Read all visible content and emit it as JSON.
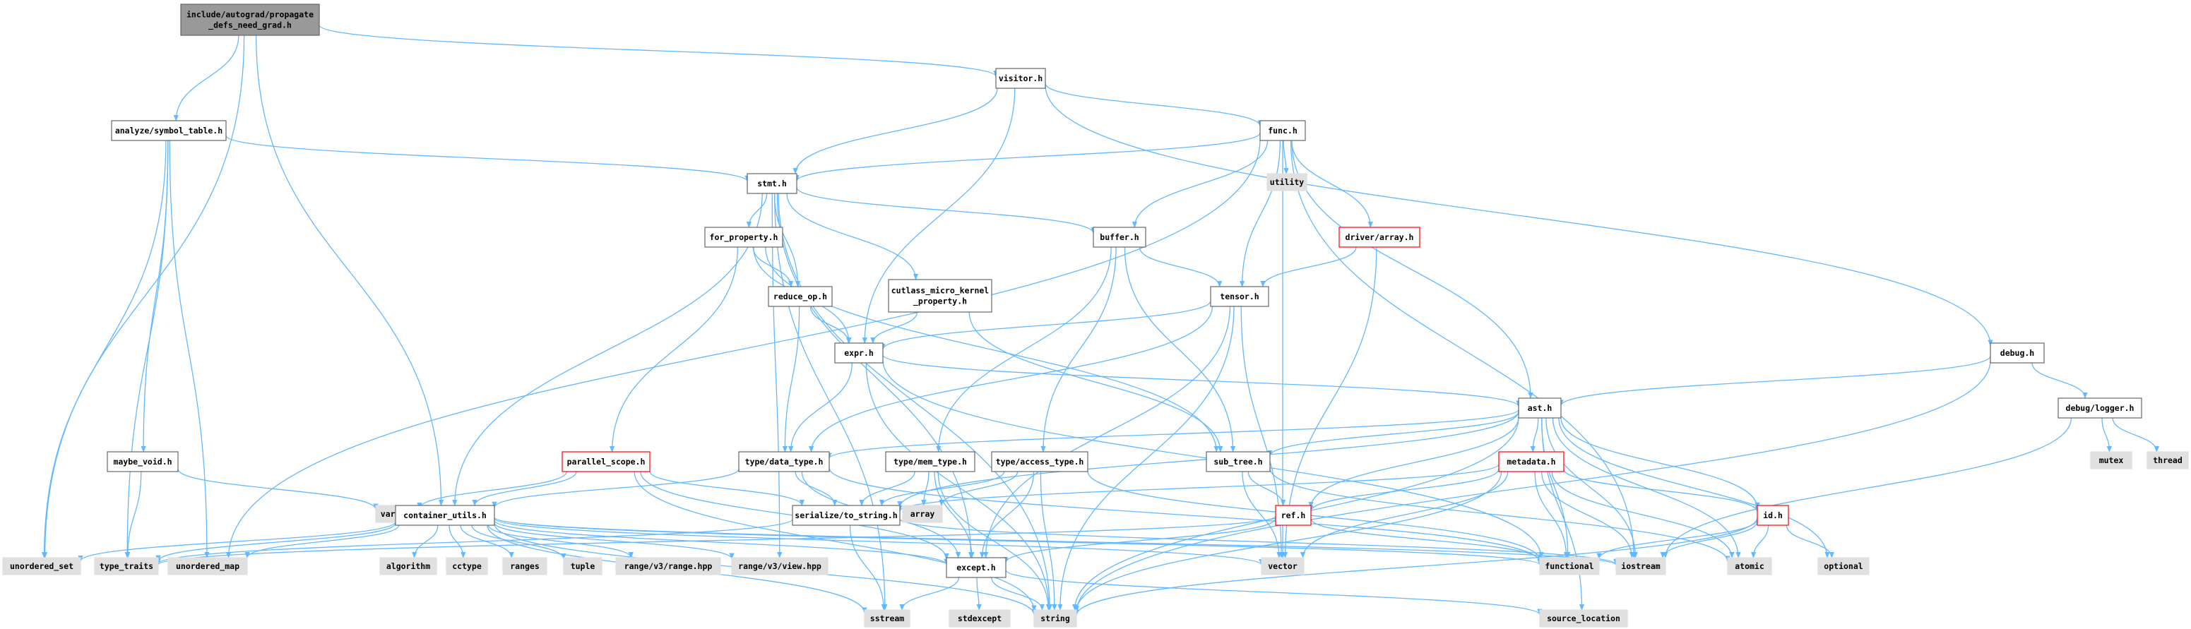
{
  "colors": {
    "edge": "#63b8ff",
    "root_fill": "#999999",
    "root_border": "#666666",
    "file_fill": "#ffffff",
    "file_border": "#666666",
    "std_fill": "#e0e0e0",
    "std_border": "#e0e0e0",
    "highlight_border": "#ff0000"
  },
  "nodes": [
    {
      "id": "root",
      "kind": "root",
      "lines": [
        "include/autograd/propagate",
        "_defs_need_grad.h"
      ]
    },
    {
      "id": "visitor",
      "kind": "file",
      "lines": [
        "visitor.h"
      ]
    },
    {
      "id": "analyze",
      "kind": "file",
      "lines": [
        "analyze/symbol_table.h"
      ]
    },
    {
      "id": "func",
      "kind": "file",
      "lines": [
        "func.h"
      ]
    },
    {
      "id": "utility",
      "kind": "std",
      "lines": [
        "utility"
      ]
    },
    {
      "id": "stmt",
      "kind": "file",
      "lines": [
        "stmt.h"
      ]
    },
    {
      "id": "for_property",
      "kind": "file",
      "lines": [
        "for_property.h"
      ]
    },
    {
      "id": "buffer",
      "kind": "file",
      "lines": [
        "buffer.h"
      ]
    },
    {
      "id": "driver_array",
      "kind": "highlight",
      "lines": [
        "driver/array.h"
      ]
    },
    {
      "id": "reduce_op",
      "kind": "file",
      "lines": [
        "reduce_op.h"
      ]
    },
    {
      "id": "cutlass",
      "kind": "file",
      "lines": [
        "cutlass_micro_kernel",
        "_property.h"
      ]
    },
    {
      "id": "tensor",
      "kind": "file",
      "lines": [
        "tensor.h"
      ]
    },
    {
      "id": "expr",
      "kind": "file",
      "lines": [
        "expr.h"
      ]
    },
    {
      "id": "debug",
      "kind": "file",
      "lines": [
        "debug.h"
      ]
    },
    {
      "id": "ast",
      "kind": "file",
      "lines": [
        "ast.h"
      ]
    },
    {
      "id": "debug_logger",
      "kind": "file",
      "lines": [
        "debug/logger.h"
      ]
    },
    {
      "id": "mutex",
      "kind": "std",
      "lines": [
        "mutex"
      ]
    },
    {
      "id": "thread",
      "kind": "std",
      "lines": [
        "thread"
      ]
    },
    {
      "id": "maybe_void",
      "kind": "file",
      "lines": [
        "maybe_void.h"
      ]
    },
    {
      "id": "parallel_scope",
      "kind": "highlight",
      "lines": [
        "parallel_scope.h"
      ]
    },
    {
      "id": "data_type",
      "kind": "file",
      "lines": [
        "type/data_type.h"
      ]
    },
    {
      "id": "mem_type",
      "kind": "file",
      "lines": [
        "type/mem_type.h"
      ]
    },
    {
      "id": "access_type",
      "kind": "file",
      "lines": [
        "type/access_type.h"
      ]
    },
    {
      "id": "sub_tree",
      "kind": "file",
      "lines": [
        "sub_tree.h"
      ]
    },
    {
      "id": "metadata",
      "kind": "highlight",
      "lines": [
        "metadata.h"
      ]
    },
    {
      "id": "variant",
      "kind": "std",
      "lines": [
        "variant"
      ]
    },
    {
      "id": "container_utils",
      "kind": "file",
      "lines": [
        "container_utils.h"
      ]
    },
    {
      "id": "serialize",
      "kind": "file",
      "lines": [
        "serialize/to_string.h"
      ]
    },
    {
      "id": "array",
      "kind": "std",
      "lines": [
        "array"
      ]
    },
    {
      "id": "ref",
      "kind": "highlight",
      "lines": [
        "ref.h"
      ]
    },
    {
      "id": "id",
      "kind": "highlight",
      "lines": [
        "id.h"
      ]
    },
    {
      "id": "unordered_set",
      "kind": "std",
      "lines": [
        "unordered_set"
      ]
    },
    {
      "id": "type_traits",
      "kind": "std",
      "lines": [
        "type_traits"
      ]
    },
    {
      "id": "unordered_map",
      "kind": "std",
      "lines": [
        "unordered_map"
      ]
    },
    {
      "id": "algorithm",
      "kind": "std",
      "lines": [
        "algorithm"
      ]
    },
    {
      "id": "cctype",
      "kind": "std",
      "lines": [
        "cctype"
      ]
    },
    {
      "id": "ranges",
      "kind": "std",
      "lines": [
        "ranges"
      ]
    },
    {
      "id": "tuple",
      "kind": "std",
      "lines": [
        "tuple"
      ]
    },
    {
      "id": "range_v3_range",
      "kind": "std",
      "lines": [
        "range/v3/range.hpp"
      ]
    },
    {
      "id": "range_v3_view",
      "kind": "std",
      "lines": [
        "range/v3/view.hpp"
      ]
    },
    {
      "id": "except",
      "kind": "file",
      "lines": [
        "except.h"
      ]
    },
    {
      "id": "vector",
      "kind": "std",
      "lines": [
        "vector"
      ]
    },
    {
      "id": "functional",
      "kind": "std",
      "lines": [
        "functional"
      ]
    },
    {
      "id": "iostream",
      "kind": "std",
      "lines": [
        "iostream"
      ]
    },
    {
      "id": "atomic",
      "kind": "std",
      "lines": [
        "atomic"
      ]
    },
    {
      "id": "optional",
      "kind": "std",
      "lines": [
        "optional"
      ]
    },
    {
      "id": "sstream",
      "kind": "std",
      "lines": [
        "sstream"
      ]
    },
    {
      "id": "stdexcept",
      "kind": "std",
      "lines": [
        "stdexcept"
      ]
    },
    {
      "id": "string",
      "kind": "std",
      "lines": [
        "string"
      ]
    },
    {
      "id": "source_location",
      "kind": "std",
      "lines": [
        "source_location"
      ]
    }
  ],
  "edges": [
    [
      "root",
      "visitor"
    ],
    [
      "root",
      "analyze"
    ],
    [
      "root",
      "unordered_set"
    ],
    [
      "root",
      "container_utils"
    ],
    [
      "visitor",
      "func"
    ],
    [
      "visitor",
      "stmt"
    ],
    [
      "visitor",
      "expr"
    ],
    [
      "visitor",
      "debug"
    ],
    [
      "analyze",
      "stmt"
    ],
    [
      "analyze",
      "maybe_void"
    ],
    [
      "analyze",
      "unordered_set"
    ],
    [
      "analyze",
      "type_traits"
    ],
    [
      "analyze",
      "unordered_map"
    ],
    [
      "func",
      "stmt"
    ],
    [
      "func",
      "utility"
    ],
    [
      "func",
      "buffer"
    ],
    [
      "func",
      "driver_array"
    ],
    [
      "func",
      "tensor"
    ],
    [
      "func",
      "ast"
    ],
    [
      "func",
      "vector"
    ],
    [
      "func",
      "iostream"
    ],
    [
      "func",
      "unordered_map"
    ],
    [
      "stmt",
      "for_property"
    ],
    [
      "stmt",
      "reduce_op"
    ],
    [
      "stmt",
      "cutlass"
    ],
    [
      "stmt",
      "buffer"
    ],
    [
      "stmt",
      "container_utils"
    ],
    [
      "stmt",
      "string"
    ],
    [
      "stmt",
      "except"
    ],
    [
      "stmt",
      "range_v3_view"
    ],
    [
      "stmt",
      "sstream"
    ],
    [
      "for_property",
      "reduce_op"
    ],
    [
      "for_property",
      "expr"
    ],
    [
      "for_property",
      "parallel_scope"
    ],
    [
      "for_property",
      "sub_tree"
    ],
    [
      "buffer",
      "tensor"
    ],
    [
      "buffer",
      "mem_type"
    ],
    [
      "buffer",
      "access_type"
    ],
    [
      "buffer",
      "sub_tree"
    ],
    [
      "driver_array",
      "tensor"
    ],
    [
      "driver_array",
      "vector"
    ],
    [
      "reduce_op",
      "expr"
    ],
    [
      "reduce_op",
      "data_type"
    ],
    [
      "cutlass",
      "expr"
    ],
    [
      "cutlass",
      "sub_tree"
    ],
    [
      "tensor",
      "expr"
    ],
    [
      "tensor",
      "data_type"
    ],
    [
      "tensor",
      "except"
    ],
    [
      "tensor",
      "vector"
    ],
    [
      "tensor",
      "string"
    ],
    [
      "expr",
      "ast"
    ],
    [
      "expr",
      "data_type"
    ],
    [
      "expr",
      "string"
    ],
    [
      "expr",
      "functional"
    ],
    [
      "debug",
      "ast"
    ],
    [
      "debug",
      "debug_logger"
    ],
    [
      "debug",
      "string"
    ],
    [
      "debug_logger",
      "mutex"
    ],
    [
      "debug_logger",
      "thread"
    ],
    [
      "debug_logger",
      "iostream"
    ],
    [
      "ast",
      "data_type"
    ],
    [
      "ast",
      "sub_tree"
    ],
    [
      "ast",
      "metadata"
    ],
    [
      "ast",
      "ref"
    ],
    [
      "ast",
      "id"
    ],
    [
      "ast",
      "serialize"
    ],
    [
      "ast",
      "functional"
    ],
    [
      "ast",
      "iostream"
    ],
    [
      "ast",
      "atomic"
    ],
    [
      "ast",
      "optional"
    ],
    [
      "ast",
      "string"
    ],
    [
      "ast",
      "source_location"
    ],
    [
      "maybe_void",
      "type_traits"
    ],
    [
      "maybe_void",
      "variant"
    ],
    [
      "parallel_scope",
      "variant"
    ],
    [
      "parallel_scope",
      "container_utils"
    ],
    [
      "parallel_scope",
      "serialize"
    ],
    [
      "parallel_scope",
      "except"
    ],
    [
      "parallel_scope",
      "string"
    ],
    [
      "data_type",
      "container_utils"
    ],
    [
      "data_type",
      "serialize"
    ],
    [
      "data_type",
      "except"
    ],
    [
      "data_type",
      "functional"
    ],
    [
      "mem_type",
      "serialize"
    ],
    [
      "mem_type",
      "except"
    ],
    [
      "mem_type",
      "array"
    ],
    [
      "mem_type",
      "string"
    ],
    [
      "access_type",
      "serialize"
    ],
    [
      "access_type",
      "except"
    ],
    [
      "access_type",
      "array"
    ],
    [
      "access_type",
      "string"
    ],
    [
      "access_type",
      "functional"
    ],
    [
      "sub_tree",
      "ref"
    ],
    [
      "sub_tree",
      "vector"
    ],
    [
      "sub_tree",
      "atomic"
    ],
    [
      "metadata",
      "ref"
    ],
    [
      "metadata",
      "id"
    ],
    [
      "metadata",
      "serialize"
    ],
    [
      "metadata",
      "vector"
    ],
    [
      "metadata",
      "functional"
    ],
    [
      "metadata",
      "iostream"
    ],
    [
      "metadata",
      "string"
    ],
    [
      "metadata",
      "atomic"
    ],
    [
      "container_utils",
      "unordered_set"
    ],
    [
      "container_utils",
      "type_traits"
    ],
    [
      "container_utils",
      "unordered_map"
    ],
    [
      "container_utils",
      "algorithm"
    ],
    [
      "container_utils",
      "cctype"
    ],
    [
      "container_utils",
      "ranges"
    ],
    [
      "container_utils",
      "tuple"
    ],
    [
      "container_utils",
      "range_v3_range"
    ],
    [
      "container_utils",
      "range_v3_view"
    ],
    [
      "container_utils",
      "except"
    ],
    [
      "container_utils",
      "vector"
    ],
    [
      "container_utils",
      "functional"
    ],
    [
      "container_utils",
      "iostream"
    ],
    [
      "container_utils",
      "sstream"
    ],
    [
      "container_utils",
      "string"
    ],
    [
      "serialize",
      "type_traits"
    ],
    [
      "serialize",
      "sstream"
    ],
    [
      "serialize",
      "iostream"
    ],
    [
      "ref",
      "except"
    ],
    [
      "ref",
      "functional"
    ],
    [
      "ref",
      "type_traits"
    ],
    [
      "id",
      "iostream"
    ],
    [
      "id",
      "atomic"
    ],
    [
      "id",
      "optional"
    ],
    [
      "id",
      "string"
    ],
    [
      "id",
      "functional"
    ],
    [
      "except",
      "sstream"
    ],
    [
      "except",
      "stdexcept"
    ],
    [
      "except",
      "string"
    ],
    [
      "except",
      "source_location"
    ]
  ]
}
